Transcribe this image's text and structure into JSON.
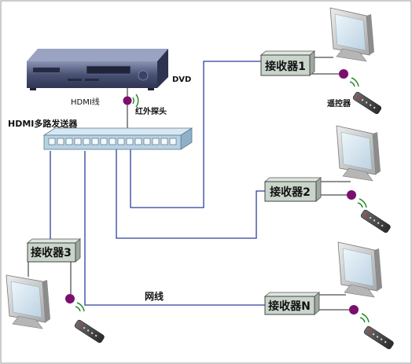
{
  "diagram": {
    "colors": {
      "network_line": "#2c3f9e",
      "wire": "#222222",
      "ir_dot": "#7a0f6e",
      "ir_wave": "#2e8b2e",
      "sender": "#b8d2e4"
    },
    "devices": {
      "dvd": "DVD",
      "sender": "HDMI多路发送器",
      "hdmi_cable": "HDMI线",
      "ir_probe": "红外探头",
      "network": "网线",
      "remote": "遥控器"
    },
    "receivers": [
      "接收器1",
      "接收器2",
      "接收器3",
      "接收器N"
    ],
    "icons": [
      "dvd-player-icon",
      "monitor-icon",
      "remote-control-icon",
      "ir-sensor-icon"
    ]
  }
}
